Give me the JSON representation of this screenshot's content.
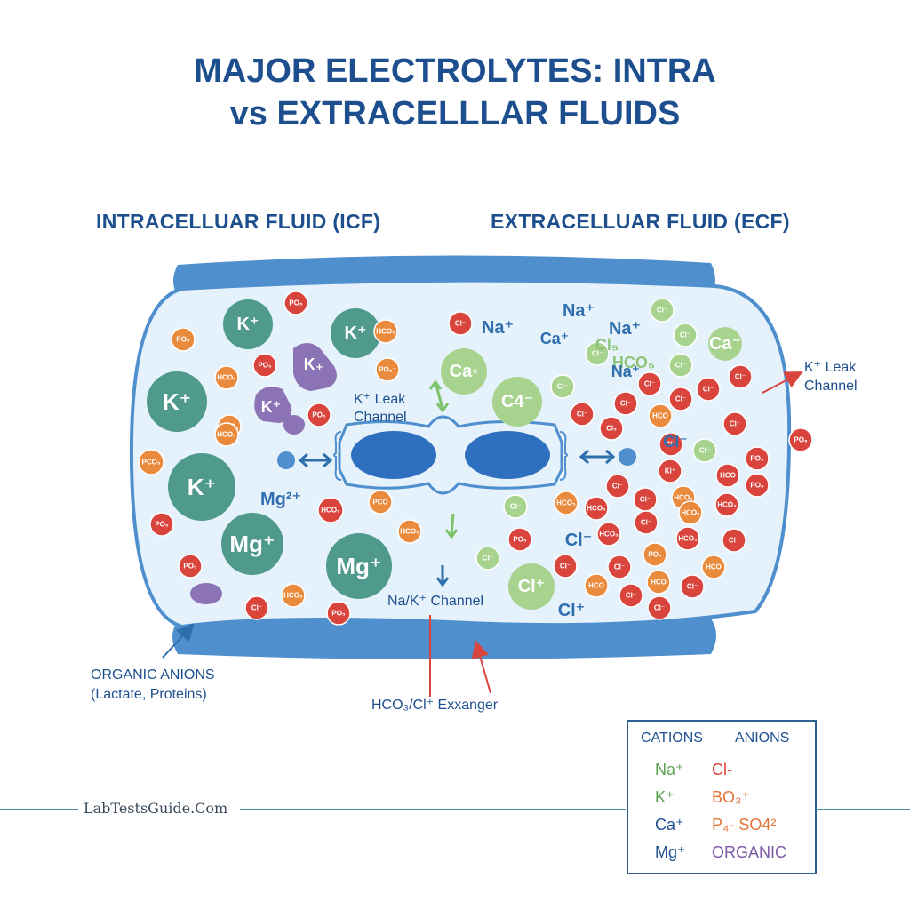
{
  "title": {
    "line1": "MAJOR ELECTROLYTES: INTRA",
    "line2": "vs EXTRACELLLAR FLUIDS"
  },
  "sections": {
    "icf": "INTRACELLUAR FLUID (ICF)",
    "ecf": "EXTRACELLUAR FLUID (ECF)"
  },
  "labels": {
    "k_leak_inner": [
      "K⁺ Leak",
      "Channel"
    ],
    "k_leak_outer": [
      "K⁺ Leak",
      "Channel"
    ],
    "na_k_channel": "Na/K⁺ Channel",
    "organic_anions": [
      "ORGANIC ANIONS",
      "(Lactate, Proteins)"
    ],
    "exchanger": "HCO₃/Cl⁺ Exxanger"
  },
  "particles": {
    "large": [
      {
        "t": "K⁺",
        "c": "teal"
      },
      {
        "t": "K⁺",
        "c": "teal"
      },
      {
        "t": "K⁺",
        "c": "teal"
      },
      {
        "t": "K⁺",
        "c": "teal"
      },
      {
        "t": "Mg⁺",
        "c": "teal"
      },
      {
        "t": "Mg⁺",
        "c": "teal"
      },
      {
        "t": "Ca◦",
        "c": "green"
      },
      {
        "t": "C4⁻",
        "c": "green"
      },
      {
        "t": "Cl⁺",
        "c": "green"
      },
      {
        "t": "Ca⁻",
        "c": "green"
      },
      {
        "t": "K₊",
        "c": "purple"
      },
      {
        "t": "K⁺",
        "c": "purple"
      }
    ],
    "small": [
      {
        "t": "PO₅",
        "c": "red"
      },
      {
        "t": "PO₅",
        "c": "orange"
      },
      {
        "t": "PO₅",
        "c": "red"
      },
      {
        "t": "HCO₅",
        "c": "orange"
      },
      {
        "t": "HCO₅",
        "c": "orange"
      },
      {
        "t": "PO₅⁻",
        "c": "orange"
      },
      {
        "t": "PO₅",
        "c": "red"
      },
      {
        "t": "HCO₅",
        "c": "orange"
      },
      {
        "t": "PCO₅",
        "c": "orange"
      },
      {
        "t": "PO₅",
        "c": "red"
      },
      {
        "t": "HCO₅",
        "c": "red"
      },
      {
        "t": "PCO",
        "c": "orange"
      },
      {
        "t": "HCO₅",
        "c": "orange"
      },
      {
        "t": "PO₅",
        "c": "red"
      },
      {
        "t": "Cl⁻",
        "c": "red"
      },
      {
        "t": "HCO₅",
        "c": "orange"
      },
      {
        "t": "PO₅",
        "c": "red"
      },
      {
        "t": "HCO₅",
        "c": "orange"
      },
      {
        "t": "Cl⁻",
        "c": "red"
      },
      {
        "t": "Cl⁻",
        "c": "green"
      },
      {
        "t": "Cl⁻",
        "c": "green"
      },
      {
        "t": "Cl⁻",
        "c": "green"
      },
      {
        "t": "Cl⁻",
        "c": "green"
      },
      {
        "t": "Cl⁻",
        "c": "red"
      },
      {
        "t": "Cl⁻",
        "c": "red"
      },
      {
        "t": "Cl⁻",
        "c": "red"
      },
      {
        "t": "Cl⁻",
        "c": "red"
      },
      {
        "t": "Cl⁻",
        "c": "red"
      },
      {
        "t": "Cl⁻",
        "c": "red"
      },
      {
        "t": "Cl₅",
        "c": "red"
      },
      {
        "t": "HCO",
        "c": "orange"
      },
      {
        "t": "Cl⁻",
        "c": "red"
      },
      {
        "t": "Cl⁻",
        "c": "green"
      },
      {
        "t": "Cl⁻",
        "c": "green"
      },
      {
        "t": "Cl⁻",
        "c": "red"
      },
      {
        "t": "PO₆",
        "c": "red"
      },
      {
        "t": "Kl⁺",
        "c": "red"
      },
      {
        "t": "HCO",
        "c": "red"
      },
      {
        "t": "PO₆",
        "c": "red"
      },
      {
        "t": "Cl⁻",
        "c": "red"
      },
      {
        "t": "HCO₅",
        "c": "orange"
      },
      {
        "t": "HCO₅",
        "c": "orange"
      },
      {
        "t": "HCO₅",
        "c": "red"
      },
      {
        "t": "Cl⁻",
        "c": "green"
      },
      {
        "t": "Cl⁻",
        "c": "red"
      },
      {
        "t": "HCO₅",
        "c": "orange"
      },
      {
        "t": "HCO₃",
        "c": "red"
      },
      {
        "t": "PO₅",
        "c": "red"
      },
      {
        "t": "HCO₅",
        "c": "red"
      },
      {
        "t": "Cl⁻",
        "c": "red"
      },
      {
        "t": "HCO₃",
        "c": "red"
      },
      {
        "t": "Cl⁻",
        "c": "red"
      },
      {
        "t": "PO₅",
        "c": "orange"
      },
      {
        "t": "Cl⁻",
        "c": "red"
      },
      {
        "t": "Cl⁻",
        "c": "red"
      },
      {
        "t": "HCO",
        "c": "orange"
      },
      {
        "t": "HCO",
        "c": "orange"
      },
      {
        "t": "HCO",
        "c": "orange"
      },
      {
        "t": "Cl⁻",
        "c": "red"
      },
      {
        "t": "Cl⁻",
        "c": "red"
      },
      {
        "t": "Cl⁻",
        "c": "red"
      },
      {
        "t": "PO₆",
        "c": "red"
      },
      {
        "t": "Cl⁻",
        "c": "green"
      },
      {
        "t": "Cl₅",
        "c": "red"
      },
      {
        "t": "HCO₅",
        "c": "red"
      }
    ],
    "free_text": [
      "Na⁺",
      "Na⁺",
      "Ca⁺",
      "Na⁺",
      "Na⁺",
      "Cl⁻",
      "Cl⁻",
      "Cl⁺",
      "Mg²⁺"
    ]
  },
  "legend": {
    "headers": [
      "CATIONS",
      "ANIONS"
    ],
    "cations": [
      {
        "t": "Na⁺",
        "c": "#5a9e4f"
      },
      {
        "t": "K⁺",
        "c": "#5a9e4f"
      },
      {
        "t": "Ca⁺",
        "c": "#1d4f8f"
      },
      {
        "t": "Mg⁺",
        "c": "#1d4f8f"
      }
    ],
    "anions": [
      {
        "t": "Cl-",
        "c": "#d9443c"
      },
      {
        "t": "BO₃⁺",
        "c": "#e0743a"
      },
      {
        "t": "P₄- SO4²",
        "c": "#e0743a"
      },
      {
        "t": "ORGANIC",
        "c": "#7b5aa6"
      }
    ]
  },
  "watermark": "LabTestsGuide.Com",
  "colors": {
    "teal": "#4f9a8c",
    "green": "#a7d38f",
    "purple": "#8b73b5",
    "red": "#d9443c",
    "orange": "#ea8a3d",
    "membrane": "#4f8fce",
    "fluid": "#e6f2fb",
    "title": "#1d4f8f"
  }
}
